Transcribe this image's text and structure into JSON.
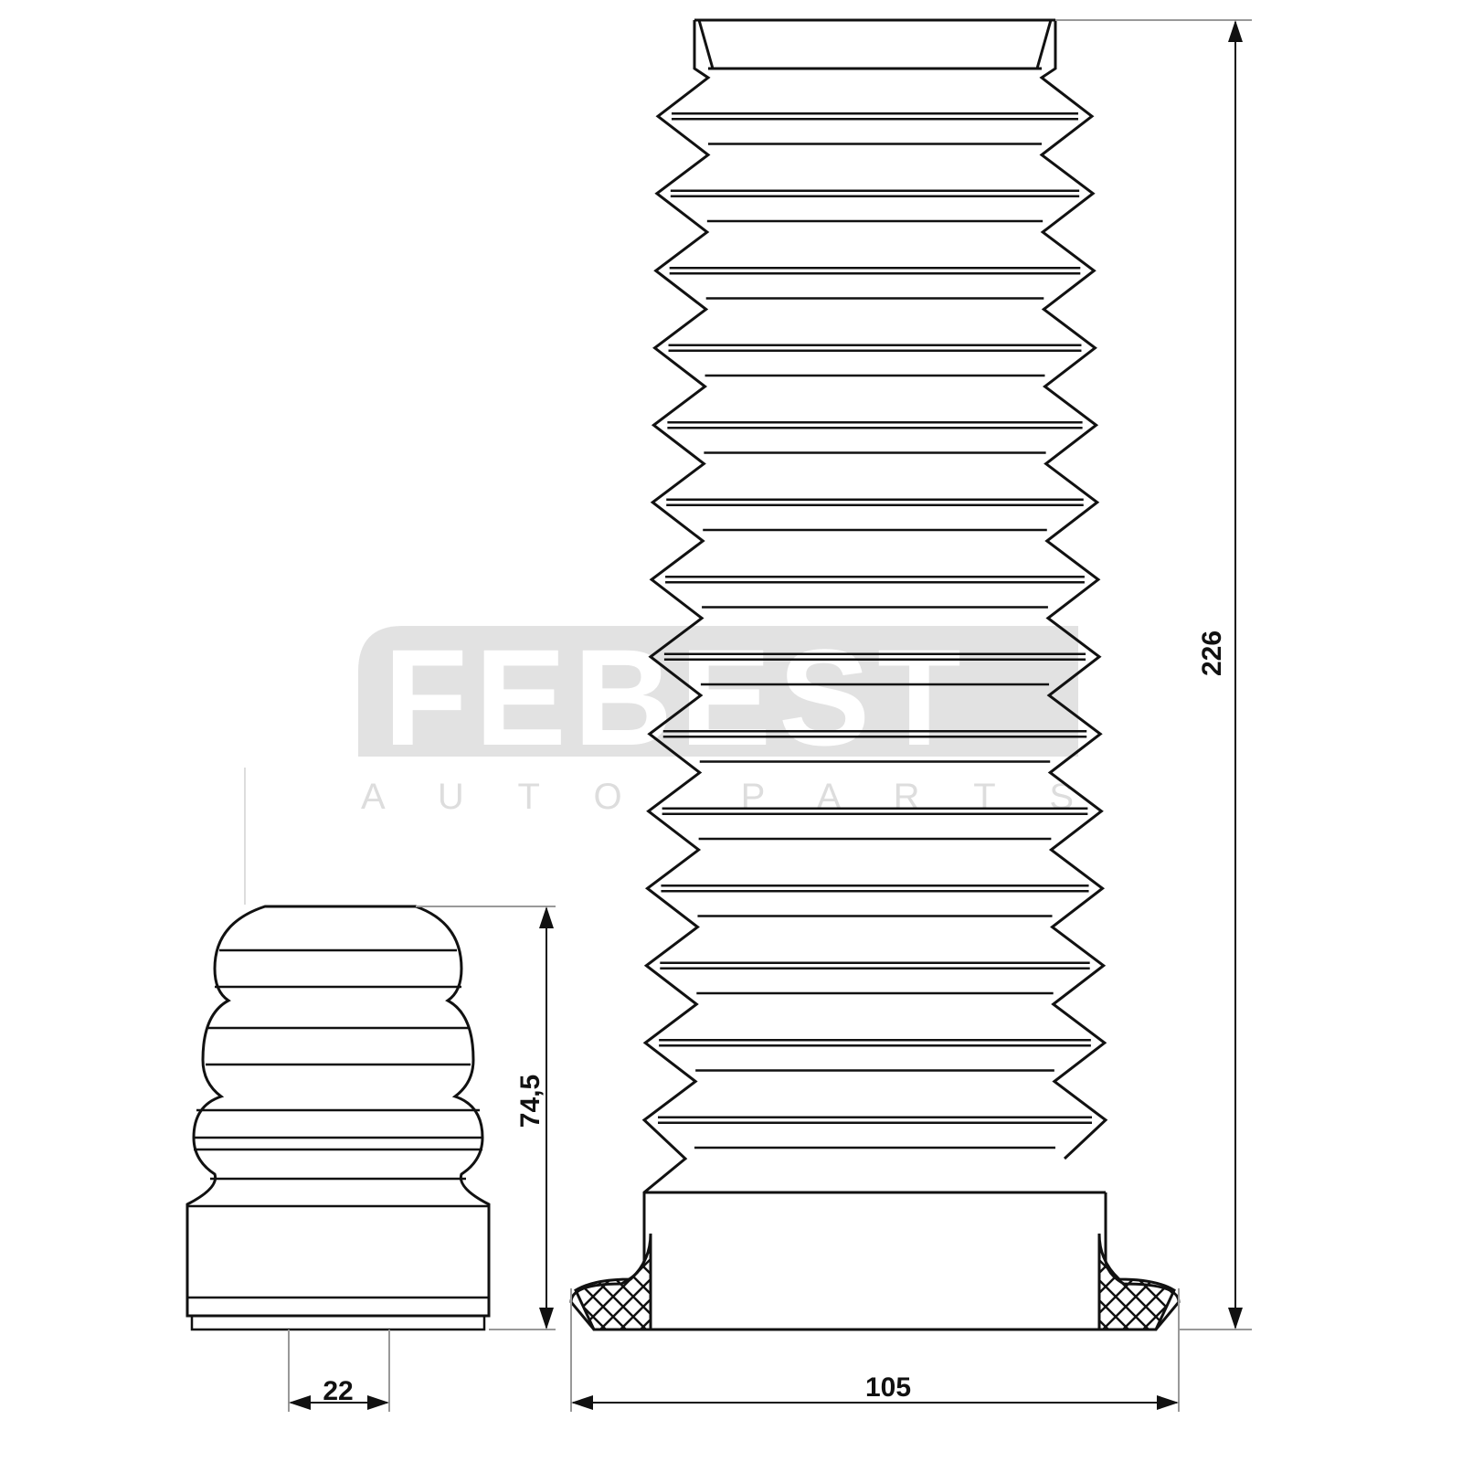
{
  "watermark": {
    "brand": "FEBEST",
    "tagline": "A U T O   P A R T S"
  },
  "dimensions": {
    "bellows_height": "226",
    "bellows_base_width": "105",
    "bump_stop_height": "74,5",
    "bump_stop_bore": "22"
  },
  "colors": {
    "line": "#111111",
    "dimension": "#999999",
    "watermark": "#e2e2e2"
  }
}
